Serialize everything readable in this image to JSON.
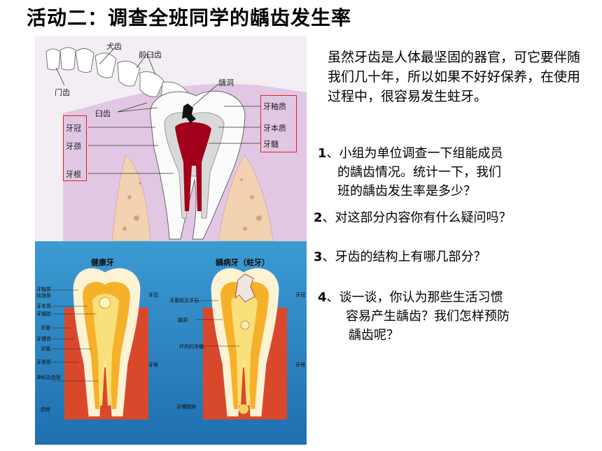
{
  "title": "活动二：调查全班同学的龋齿发生率",
  "top_diagram": {
    "labels": {
      "canine": "犬齿",
      "premolar": "前臼齿",
      "incisor": "门齿",
      "molar": "臼齿",
      "caries": "龋洞",
      "crown": "牙冠",
      "neck": "牙颈",
      "root": "牙根",
      "enamel": "牙釉质",
      "dentin": "牙本质",
      "pulp": "牙髓"
    }
  },
  "bottom_diagram": {
    "healthy_title": "健康牙",
    "decayed_title": "龋病牙（蛀牙）",
    "left_labels": [
      "牙釉质",
      "珐琅质",
      "牙本质",
      "牙髓腔",
      "牙龈",
      "牙槽骨",
      "牙髓",
      "牙骨质",
      "神经及血管",
      "颌骨"
    ],
    "middle_labels": [
      "牙冠",
      "牙菌斑及牙石",
      "龋洞",
      "坏死的牙髓",
      "牙根",
      "牙槽脓肿"
    ],
    "right_labels": [
      "牙冠",
      "牙根"
    ]
  },
  "intro_text": "虽然牙齿是人体最坚固的器官，可它要伴随我们几十年，所以如果不好好保养，在使用过程中，很容易发生蛀牙。",
  "questions": [
    {
      "num": "1",
      "line1": "、小组为单位调查一下组能成员",
      "line2": "的龋齿情况。统计一下，我们",
      "line3": "班的龋齿发生率是多少？"
    },
    {
      "num": "2",
      "line1": "、对这部分内容你有什么疑问吗？"
    },
    {
      "num": "3",
      "line1": "、牙齿的结构上有哪几部分？"
    },
    {
      "num": "4",
      "line1": "、谈一谈，你认为那些生活习惯",
      "line2": "容易产生龋齿？我们怎样预防",
      "line3": "龋齿呢？"
    }
  ]
}
